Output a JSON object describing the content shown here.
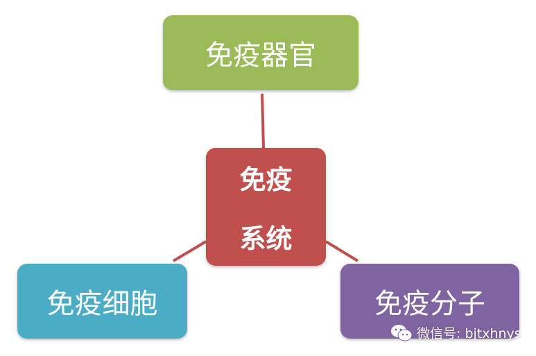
{
  "nodes": {
    "top": "免疫器官",
    "center_line1": "免疫",
    "center_line2": "系统",
    "left": "免疫细胞",
    "right": "免疫分子"
  },
  "colors": {
    "top": "#9bbb59",
    "center": "#c0504d",
    "left": "#4bacc6",
    "right": "#8064a2",
    "connector": "#c0504d"
  },
  "watermark": {
    "icon": "wechat-icon",
    "text": "微信号: bjtxhnys"
  }
}
